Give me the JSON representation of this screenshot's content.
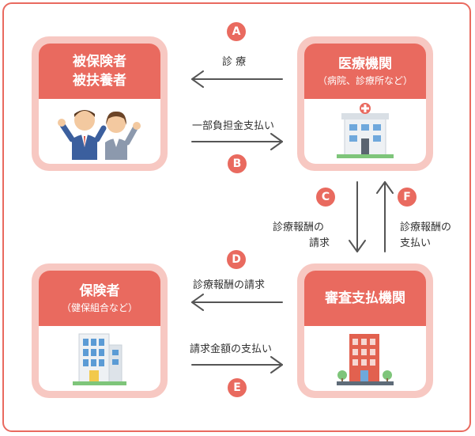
{
  "boxes": {
    "insured": {
      "title_line1": "被保険者",
      "title_line2": "被扶養者"
    },
    "medical": {
      "title": "医療機関",
      "subtitle": "（病院、診療所など）"
    },
    "insurer": {
      "title": "保険者",
      "subtitle": "（健保組合など）"
    },
    "review": {
      "title": "審査支払機関"
    }
  },
  "flows": {
    "A": {
      "badge": "A",
      "label": "診 療"
    },
    "B": {
      "badge": "B",
      "label": "一部負担金支払い"
    },
    "C": {
      "badge": "C",
      "label_line1": "診療報酬の",
      "label_line2": "請求"
    },
    "F": {
      "badge": "F",
      "label_line1": "診療報酬の",
      "label_line2": "支払い"
    },
    "D": {
      "badge": "D",
      "label": "診療報酬の請求"
    },
    "E": {
      "badge": "E",
      "label": "請求金額の支払い"
    }
  },
  "colors": {
    "accent": "#e96a5f",
    "box_border": "#f7c8c2",
    "arrow": "#555555"
  },
  "icons": [
    "people-icon",
    "hospital-icon",
    "office-building-icon",
    "review-building-icon"
  ]
}
